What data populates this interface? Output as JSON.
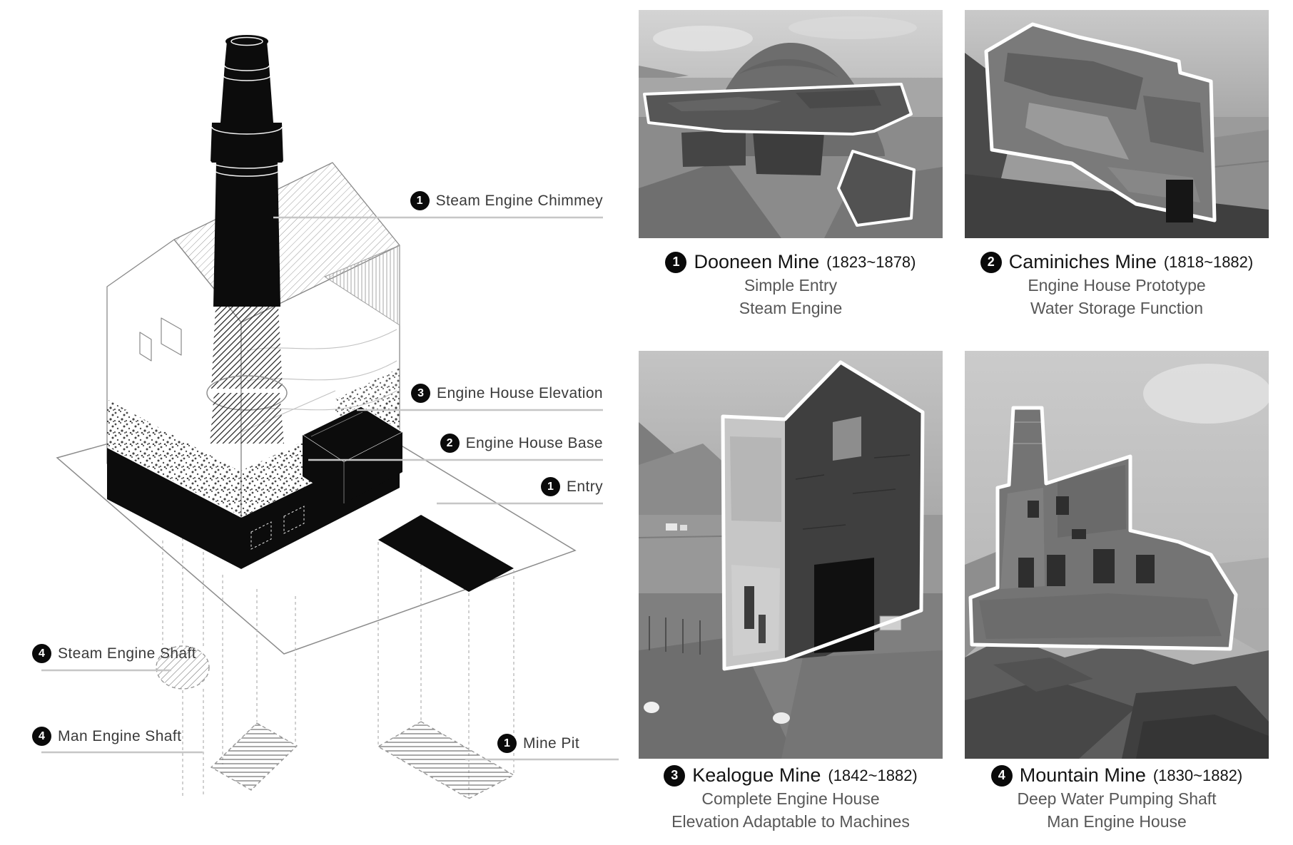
{
  "figure": {
    "diagram": {
      "labels": [
        {
          "num": "1",
          "text": "Steam Engine Chimmey"
        },
        {
          "num": "3",
          "text": "Engine House Elevation"
        },
        {
          "num": "2",
          "text": "Engine House Base"
        },
        {
          "num": "1",
          "text": "Entry"
        },
        {
          "num": "4",
          "text": "Steam Engine Shaft"
        },
        {
          "num": "4",
          "text": "Man Engine Shaft"
        },
        {
          "num": "1",
          "text": "Mine Pit"
        }
      ]
    },
    "panels": [
      {
        "num": "1",
        "title": "Dooneen Mine",
        "years": "(1823~1878)",
        "line1": "Simple Entry",
        "line2": "Steam Engine"
      },
      {
        "num": "2",
        "title": "Caminiches Mine",
        "years": "(1818~1882)",
        "line1": "Engine House Prototype",
        "line2": "Water Storage Function"
      },
      {
        "num": "3",
        "title": "Kealogue Mine",
        "years": "(1842~1882)",
        "line1": "Complete Engine House",
        "line2": "Elevation Adaptable to Machines"
      },
      {
        "num": "4",
        "title": "Mountain Mine",
        "years": "(1830~1882)",
        "line1": "Deep Water Pumping Shaft",
        "line2": "Man Engine House"
      }
    ],
    "colors": {
      "ink": "#0c0c0c",
      "label_text": "#3a3a3a",
      "subtitle": "#575757",
      "leader": "#c6c6c6"
    }
  }
}
